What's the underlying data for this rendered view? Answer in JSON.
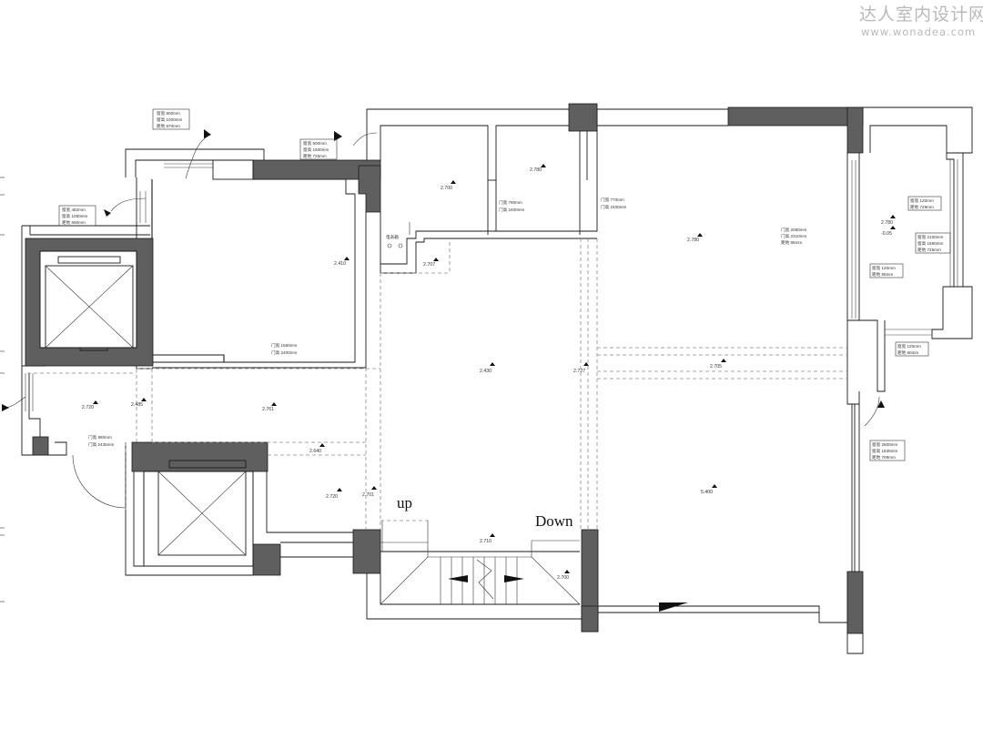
{
  "watermark": {
    "title": "达人室内设计网",
    "url": "www.wonadea.com"
  },
  "stairs": {
    "up_label": "up",
    "down_label": "Down"
  },
  "level_marks": [
    "2.700",
    "2.780",
    "2.410",
    "2.707",
    "2.780",
    "2.720",
    "2.485",
    "2.761",
    "2.430",
    "2.727",
    "2.705",
    "2.640",
    "2.720",
    "2.701",
    "5.400",
    "2.780",
    "-0.05",
    "2.710",
    "2.700"
  ],
  "dimension_notes": {
    "top_left": [
      "窗宽 800mm",
      "窗高 1000mm",
      "距地 670mm"
    ],
    "top_center": [
      "窗宽 500mm",
      "窗高 1500mm",
      "距地 725mm"
    ],
    "left_window": [
      "窗宽 482mm",
      "窗高 1050mm",
      "距地 690mm"
    ],
    "door_1": [
      "门宽 1560mm",
      "门高 2400mm"
    ],
    "door_2": [
      "门宽 960mm",
      "门高 2435mm"
    ],
    "door_3": [
      "门宽 790mm",
      "门高 2400mm"
    ],
    "door_4": [
      "门宽 770mm",
      "门高 2400mm"
    ],
    "door_5": [
      "门宽 2080mm",
      "门高 2310mm",
      "距地 85mm"
    ],
    "right_top": [
      "窗宽 120mm",
      "距地 728mm"
    ],
    "right_mid": [
      "窗宽 2100mm",
      "窗高 1690mm",
      "距地 725mm"
    ],
    "right_low": [
      "窗宽 120mm",
      "距地 85mm"
    ],
    "right_small": [
      "窗宽 120mm",
      "距地 60mm"
    ],
    "right_bottom": [
      "窗宽 2600mm",
      "窗高 1635mm",
      "距地 709mm"
    ],
    "meter_box": "电表箱"
  }
}
